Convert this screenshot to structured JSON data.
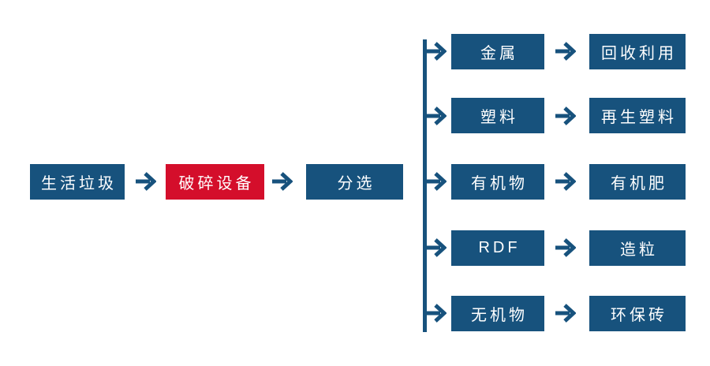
{
  "diagram": {
    "type": "flowchart",
    "direction": "left-to-right",
    "main_flow": [
      {
        "id": "household-waste",
        "label": "生活垃圾",
        "color": "blue"
      },
      {
        "id": "crushing-equipment",
        "label": "破碎设备",
        "color": "red"
      },
      {
        "id": "sorting",
        "label": "分选",
        "color": "blue"
      }
    ],
    "branches": [
      {
        "output": "金属",
        "result": "回收利用"
      },
      {
        "output": "塑料",
        "result": "再生塑料"
      },
      {
        "output": "有机物",
        "result": "有机肥"
      },
      {
        "output": "RDF",
        "result": "造粒"
      },
      {
        "output": "无机物",
        "result": "环保砖"
      }
    ]
  },
  "colors": {
    "node_blue": "#17527D",
    "node_red": "#D40E2B",
    "connector_blue": "#17527D",
    "text_white": "#FFFFFF",
    "background": "#FFFFFF"
  }
}
